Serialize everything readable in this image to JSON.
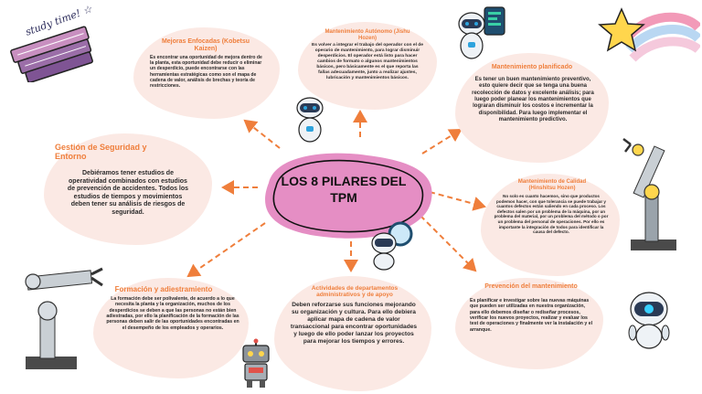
{
  "center": {
    "title_line1": "LOS 8 PILARES DEL",
    "title_line2": "TPM"
  },
  "decor": {
    "study_label": "study time! ☆",
    "colors": {
      "accent": "#ef7e3b",
      "blob": "#fbe9e4",
      "center_blob": "#e58ec4",
      "robot_blue": "#2da3dd"
    }
  },
  "nodes": {
    "mejoras": {
      "title": "Mejoras Enfocadas (Kobetsu Kaizen)",
      "text": "Es encontrar una oportunidad de mejora dentro de la planta, esta oportunidad debe reducir o eliminar un desperdicio, puede encontrarse con las herramientas estratégicas como son el mapa de cadena de valor, análisis de brechas y teoría de restricciones."
    },
    "autonomo": {
      "title": "Mantenimiento Autónomo (Jishu Hozen)",
      "text": "Es volver a integrar el trabajo del operador con el de operario de mantenimiento, para lograr disminuir desperdicios. El operador está listo para hacer cambios de formato o algunos mantenimientos básicos, pero básicamente es el que reporta las fallas adecuadamente, junto a realizar ajustes, lubricación y mantenimientos básicos."
    },
    "planificado": {
      "title": "Mantenimiento planificado",
      "text": "Es tener un buen mantenimiento preventivo, esto quiere decir que se tenga una buena recolección de datos y excelente análisis; para luego poder planear los mantenimientos que lograran disminuir los costos e incrementar la disponibilidad. Para luego implementar el mantenimiento predictivo."
    },
    "seguridad": {
      "title": "Gestión de Seguridad y Entorno",
      "text": "Debiéramos tener estudios de operatividad combinados con estudios de prevención de accidentes. Todos los estudios de tiempos y movimientos deben tener su análisis de riesgos de seguridad."
    },
    "calidad": {
      "title": "Mantenimiento de Calidad (Hinshitsu Hozen)",
      "text": "No solo es cuanto hacemos, sino que productos podemos hacer, con que tolerancia se puede trabajar y cuantos defectos están saliendo en cada proceso. Los defectos salen por un problema de la máquina, por un problema del material, por un problema del método o por un problema del personal de operaciones. Por ello es importante la integración de todos para identificar la causa del defecto."
    },
    "formacion": {
      "title": "Formación y adiestramiento",
      "text": "La formación debe ser polivalente, de acuerdo a lo que necesita la planta y la organización, muchos de los desperdicios se deben a que las personas no están bien adiestradas, por ello la planificación de la formación de las personas deben salir de las oportunidades encontradas en el desempeño de los empleados y operarios."
    },
    "administrativos": {
      "title": "Actividades de departamentos administrativos y de apoyo",
      "text": "Deben reforzarse sus funciones mejorando su organización y cultura. Para ello debiera aplicar mapa de cadena de valor transaccional para encontrar oportunidades y luego de ello poder lanzar los proyectos para mejorar los tiempos y errores."
    },
    "prevencion": {
      "title": "Prevención del mantenimiento",
      "text": "Es planificar e investigar sobre las nuevas máquinas que pueden ser utilizadas en nuestra organización, para ello debemos diseñar o rediseñar procesos, verificar los nuevos proyectos, realizar y evaluar los test de operaciones y finalmente ver la instalación y el arranque."
    }
  }
}
